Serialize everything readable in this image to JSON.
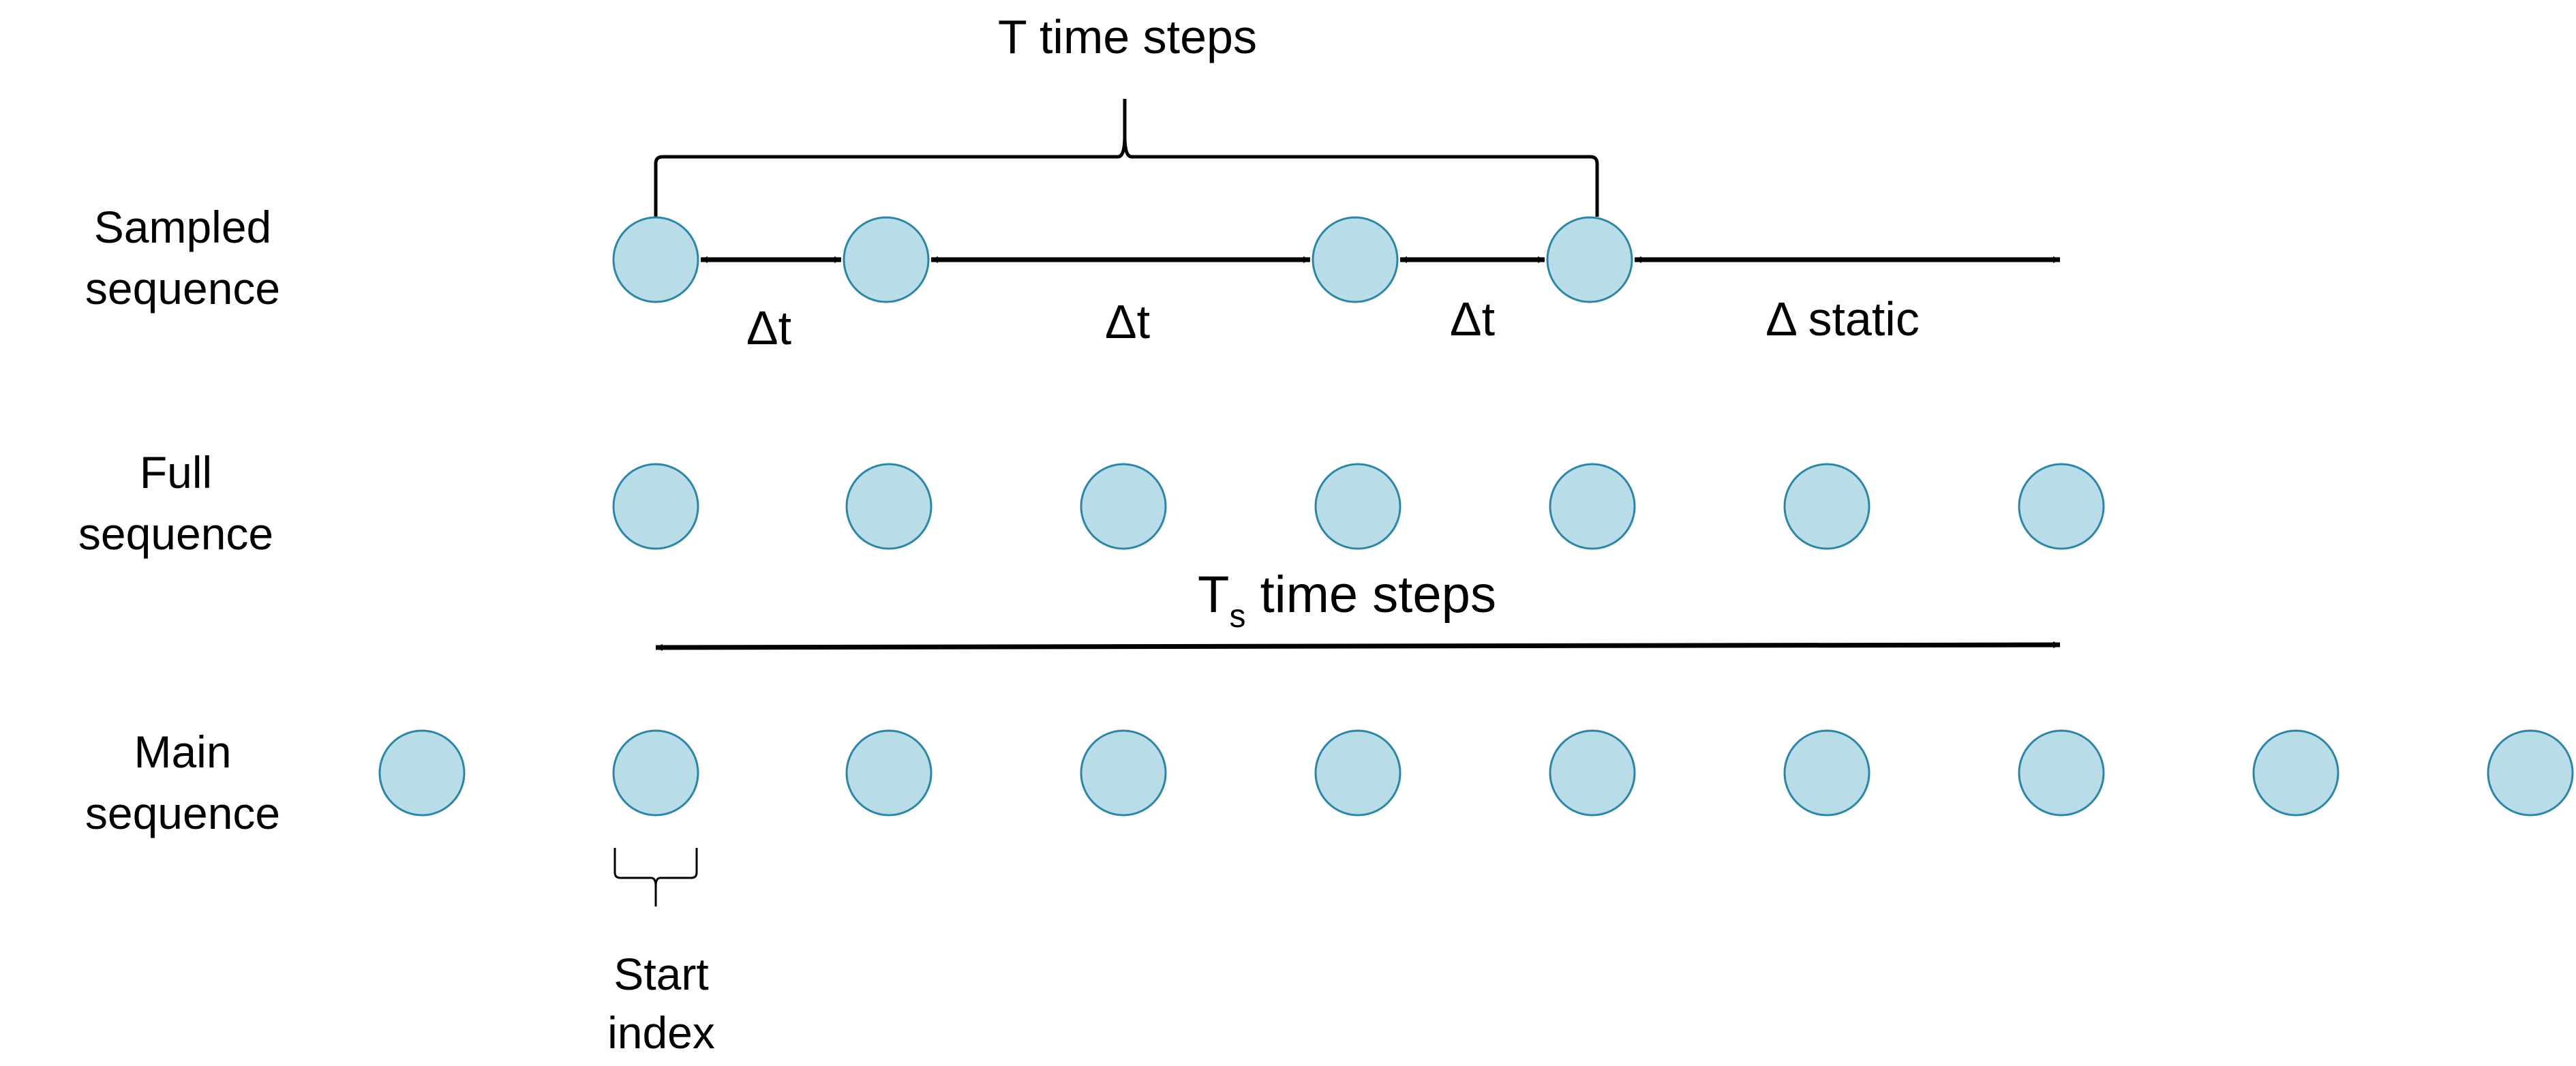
{
  "labels": {
    "top_brace": "T time steps",
    "sampled_line1": "Sampled",
    "sampled_line2": "sequence",
    "full_line1": "Full",
    "full_line2": "sequence",
    "main_line1": "Main",
    "main_line2": "sequence",
    "ts_main": "T",
    "ts_sub": "s",
    "ts_rest": " time steps",
    "delta_t_1": "Δt",
    "delta_t_2": "Δt",
    "delta_t_3": "Δt",
    "delta_static": "Δ static",
    "start_line1": "Start",
    "start_line2": "index"
  },
  "colors": {
    "node_fill": "#b8dde8",
    "node_stroke": "#2e86a6",
    "line": "#000000"
  },
  "rows": {
    "sampled_nodes": 4,
    "full_nodes": 7,
    "main_nodes": 10
  }
}
